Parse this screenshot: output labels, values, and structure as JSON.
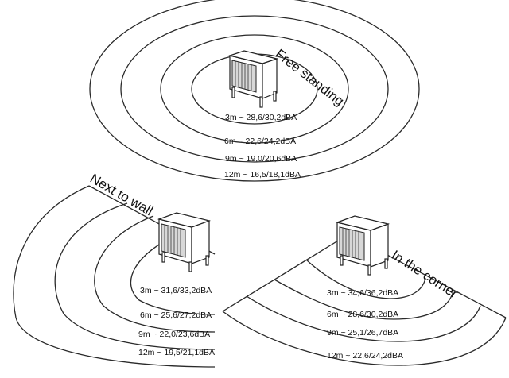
{
  "scenarios": {
    "free_standing": {
      "title": "Free standing",
      "levels": [
        "3m ~ 28,6/30,2dBA",
        "6m ~ 22,6/24,2dBA",
        "9m ~ 19,0/20,6dBA",
        "12m ~ 16,5/18,1dBA"
      ]
    },
    "next_to_wall": {
      "title": "Next to wall",
      "levels": [
        "3m ~ 31,6/33,2dBA",
        "6m ~ 25,6/27,2dBA",
        "9m ~ 22,0/23,6dBA",
        "12m ~ 19,5/21,1dBA"
      ]
    },
    "in_corner": {
      "title": "In the corner",
      "levels": [
        "3m ~ 34,6/36,2dBA",
        "6m ~ 28,6/30,2dBA",
        "9m ~ 25,1/26,7dBA",
        "12m ~ 22,6/24,2dBA"
      ]
    }
  }
}
